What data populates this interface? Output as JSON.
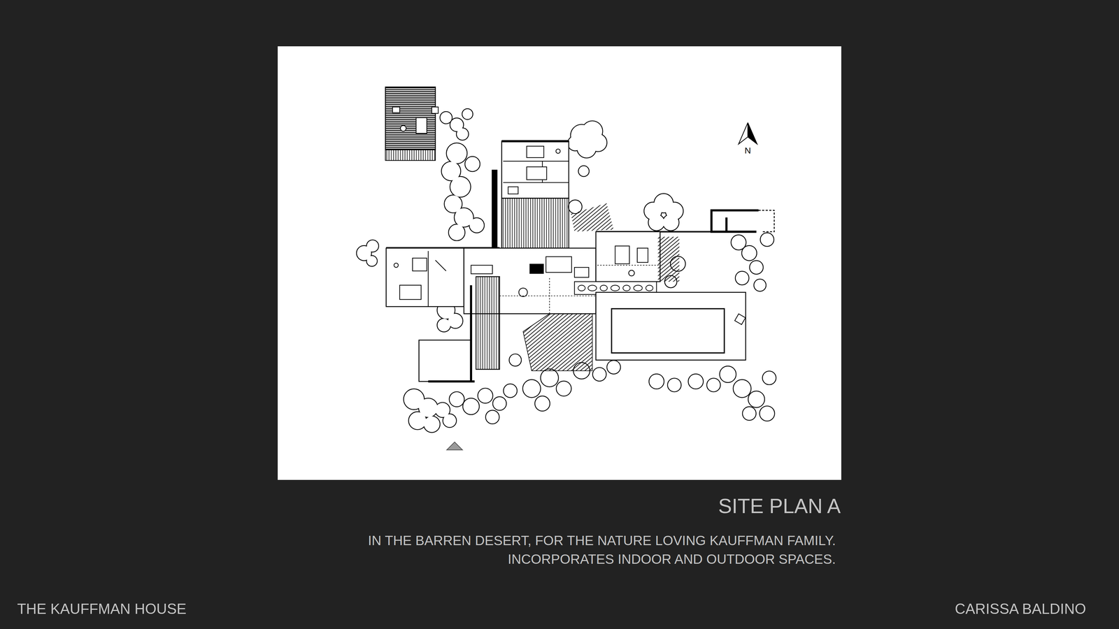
{
  "diagram": {
    "title": "SITE PLAN A",
    "caption": "IN THE BARREN DESERT, FOR THE NATURE LOVING KAUFFMAN FAMILY. INCORPORATES INDOOR AND OUTDOOR SPACES.",
    "labels": [
      "N",
      "THE KAUFFMAN HOUSE",
      "CARISSA BALDINO"
    ]
  }
}
